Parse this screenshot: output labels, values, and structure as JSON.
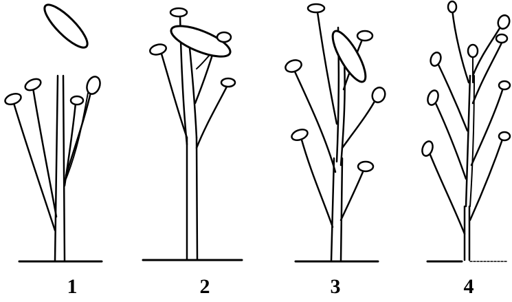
{
  "figure": {
    "panels": [
      {
        "label": "1"
      },
      {
        "label": "2"
      },
      {
        "label": "3"
      },
      {
        "label": "4"
      }
    ],
    "colors": {
      "ink": "#000000",
      "background": "#ffffff"
    }
  }
}
